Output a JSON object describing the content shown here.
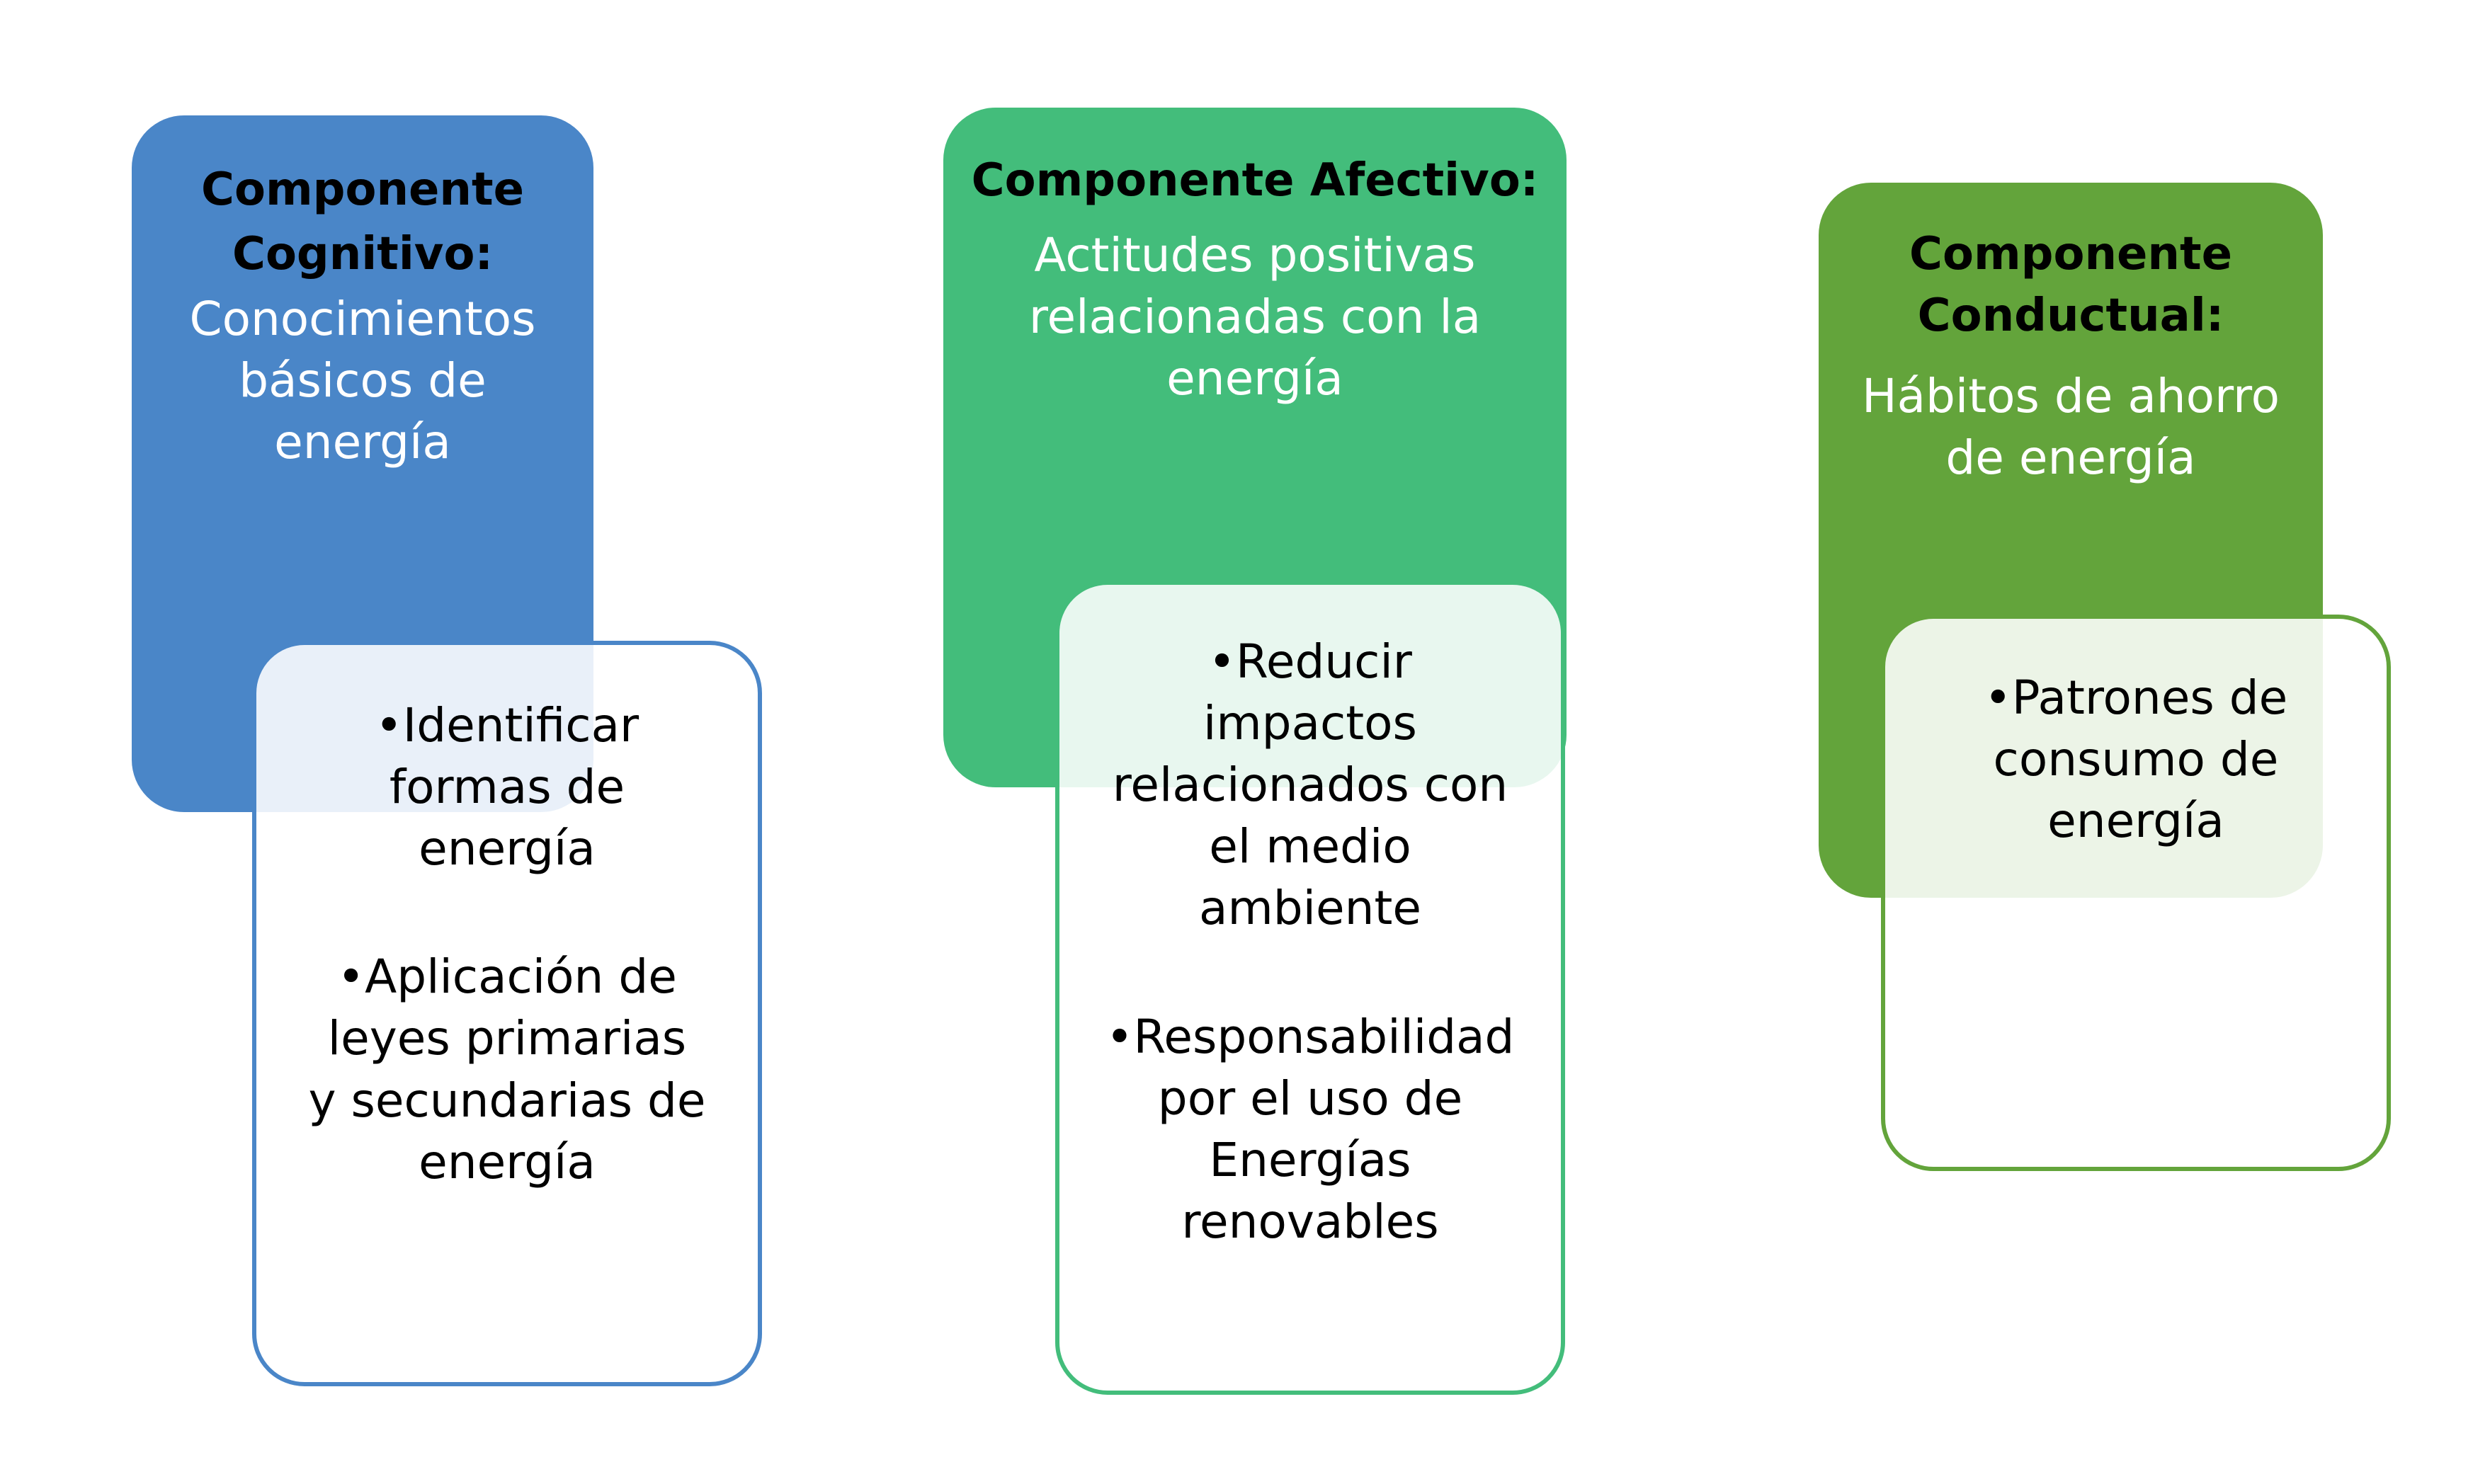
{
  "colors": {
    "cognitive": "#4a86c8",
    "affective": "#43bd7b",
    "behavioral": "#63a43b"
  },
  "components": [
    {
      "heading": "Componente\nCognitivo:",
      "subtitle": "Conocimientos\nbásicos de\nenergía",
      "items": [
        "•Identificar\nformas de\nenergía",
        "•Aplicación de\nleyes primarias\ny secundarias de\nenergía"
      ]
    },
    {
      "heading": "Componente Afectivo:",
      "subtitle": "Actitudes positivas\nrelacionadas con la\nenergía",
      "items": [
        "•Reducir\nimpactos\nrelacionados con\nel medio\nambiente",
        "•Responsabilidad\npor el uso de\nEnergías\nrenovables"
      ]
    },
    {
      "heading": "Componente\nConductual:",
      "subtitle": "Hábitos de ahorro\nde energía",
      "items": [
        "•Patrones de\nconsumo de\nenergía"
      ]
    }
  ]
}
